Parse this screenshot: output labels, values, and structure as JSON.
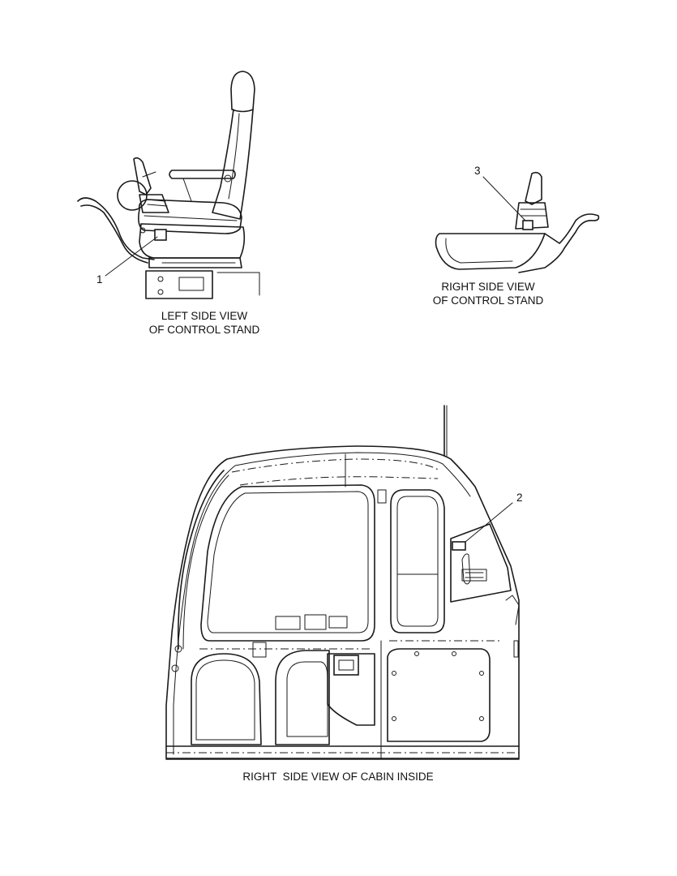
{
  "views": {
    "left_stand": {
      "caption_line1": "LEFT SIDE VIEW",
      "caption_line2": "OF CONTROL STAND"
    },
    "right_stand": {
      "caption_line1": "RIGHT SIDE VIEW",
      "caption_line2": "OF CONTROL STAND"
    },
    "cabin": {
      "caption": "RIGHT  SIDE VIEW OF CABIN INSIDE"
    }
  },
  "callouts": {
    "c1": "1",
    "c2": "2",
    "c3": "3"
  }
}
